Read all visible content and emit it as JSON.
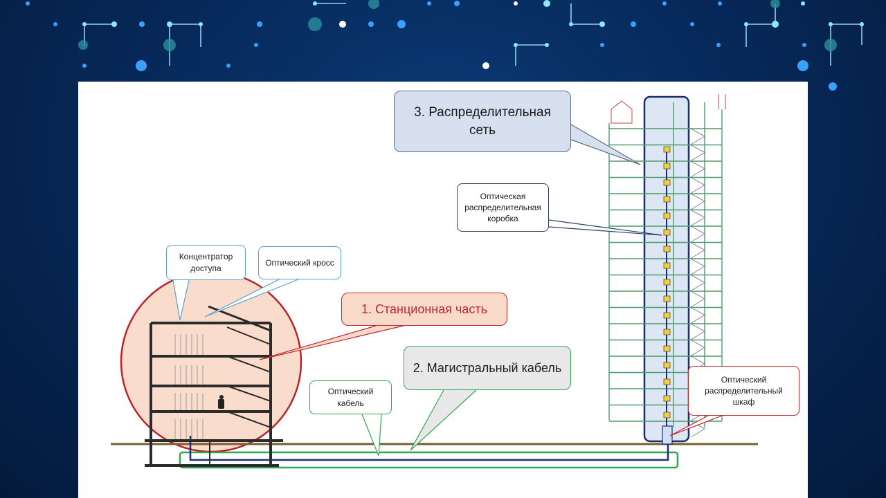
{
  "callouts": {
    "concentrator": "Концентратор доступа",
    "optical_cross": "Оптический кросс",
    "station_part": "1. Станционная часть",
    "trunk_cable": "2. Магистральный кабель",
    "optical_cable": "Оптический кабель",
    "distribution_network": "3. Распределительная сеть",
    "distribution_box": "Оптическая распределительная коробка",
    "distribution_cabinet": "Оптический распределительный шкаф"
  },
  "colors": {
    "background": "#072a5c",
    "circuit_lines": "#9fe7ff",
    "station_zone_fill": "#f9dccb",
    "station_zone_stroke": "#b8232a",
    "trunk_outline": "#2fa84f",
    "cable": "#1d2b7a",
    "ground": "#7a5c2e",
    "building_lines": "#2b2b2b",
    "highrise_frame": "#4d9b6a",
    "riser_box_fill": "#f0d040"
  }
}
